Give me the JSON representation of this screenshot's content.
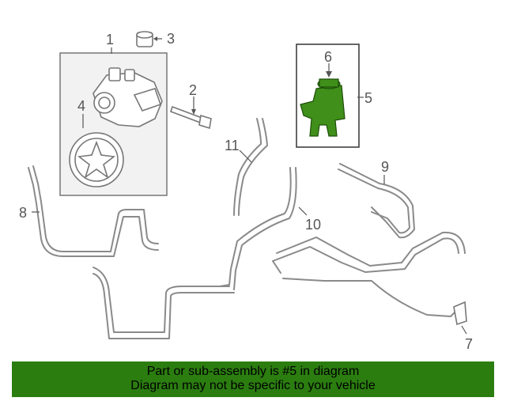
{
  "callouts": {
    "c1": "1",
    "c2": "2",
    "c3": "3",
    "c4": "4",
    "c5": "5",
    "c6": "6",
    "c7": "7",
    "c8": "8",
    "c9": "9",
    "c10": "10",
    "c11": "11"
  },
  "banner": {
    "line1": "Part or sub-assembly is #5 in diagram",
    "line2": "Diagram may not be specific to your vehicle"
  },
  "colors": {
    "highlight_part": "#3f8f1a",
    "banner_bg": "#2b7d10",
    "line_art": "#8a8a8a"
  }
}
